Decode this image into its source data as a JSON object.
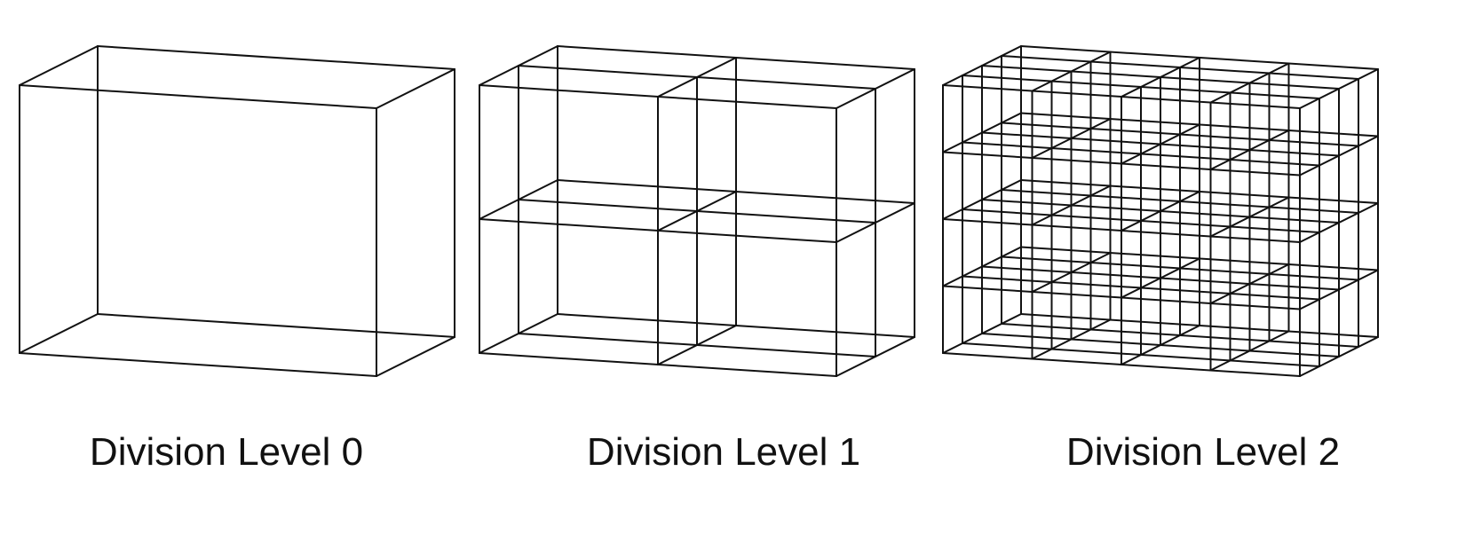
{
  "panels": [
    {
      "label": "Division Level 0",
      "level": 0,
      "subdivisions_per_axis": 1
    },
    {
      "label": "Division Level 1",
      "level": 1,
      "subdivisions_per_axis": 2
    },
    {
      "label": "Division Level 2",
      "level": 2,
      "subdivisions_per_axis": 4
    }
  ],
  "colors": {
    "line": "#111111",
    "background": "#ffffff"
  }
}
